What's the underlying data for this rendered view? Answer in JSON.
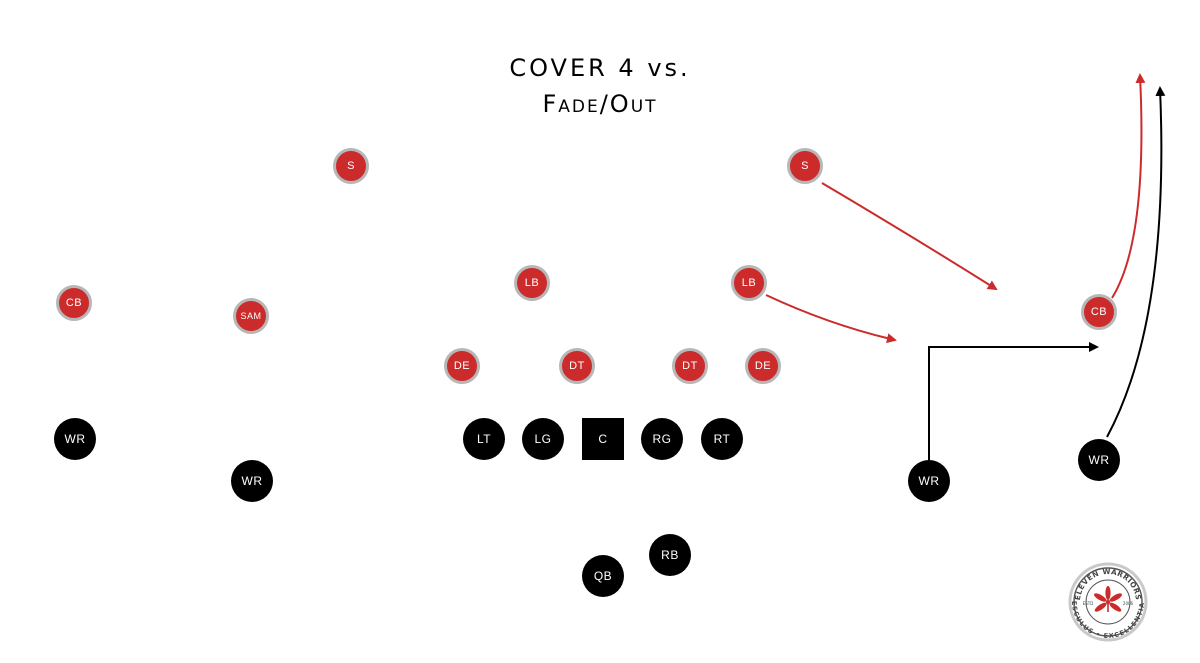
{
  "title": {
    "line1": "COVER 4 vs.",
    "line2": "Fade/Out"
  },
  "colors": {
    "defense": "#cc2b2b",
    "defense_border": "#b7b7b7",
    "offense": "#000000",
    "route": "#000000",
    "coverage": "#cc2b2b"
  },
  "defense": [
    {
      "id": "s-left",
      "label": "S"
    },
    {
      "id": "s-right",
      "label": "S"
    },
    {
      "id": "cb-left",
      "label": "CB"
    },
    {
      "id": "sam",
      "label": "SAM"
    },
    {
      "id": "lb-left",
      "label": "LB"
    },
    {
      "id": "lb-right",
      "label": "LB"
    },
    {
      "id": "cb-right",
      "label": "CB"
    },
    {
      "id": "de-left",
      "label": "DE"
    },
    {
      "id": "dt-left",
      "label": "DT"
    },
    {
      "id": "dt-right",
      "label": "DT"
    },
    {
      "id": "de-right",
      "label": "DE"
    }
  ],
  "offense": [
    {
      "id": "wr-far-left",
      "label": "WR"
    },
    {
      "id": "wr-left-slot",
      "label": "WR"
    },
    {
      "id": "lt",
      "label": "LT"
    },
    {
      "id": "lg",
      "label": "LG"
    },
    {
      "id": "c",
      "label": "C"
    },
    {
      "id": "rg",
      "label": "RG"
    },
    {
      "id": "rt",
      "label": "RT"
    },
    {
      "id": "wr-right-slot",
      "label": "WR"
    },
    {
      "id": "wr-far-right",
      "label": "WR"
    },
    {
      "id": "rb",
      "label": "RB"
    },
    {
      "id": "qb",
      "label": "QB"
    }
  ],
  "logo": {
    "top_text": "ELEVEN WARRIORS",
    "bottom_text": "AESCULUS • EXCELLENTIAM",
    "est_label": "ESTD",
    "year": "2006",
    "icon": "buckeye-leaf-icon"
  }
}
